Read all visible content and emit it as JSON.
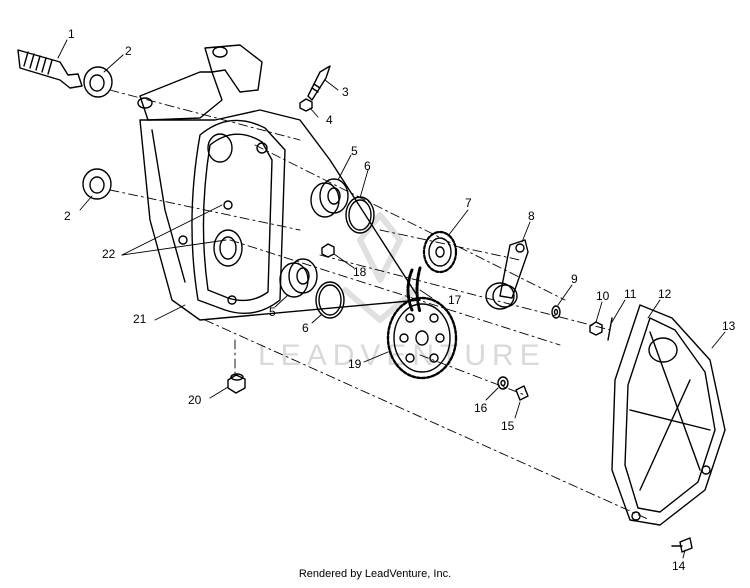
{
  "watermark": "LEADVENTURE",
  "credit": "Rendered by LeadVenture, Inc.",
  "callouts": [
    "1",
    "2",
    "2",
    "3",
    "4",
    "5",
    "5",
    "6",
    "6",
    "7",
    "8",
    "9",
    "10",
    "11",
    "12",
    "13",
    "14",
    "15",
    "16",
    "17",
    "18",
    "19",
    "20",
    "21",
    "22"
  ]
}
